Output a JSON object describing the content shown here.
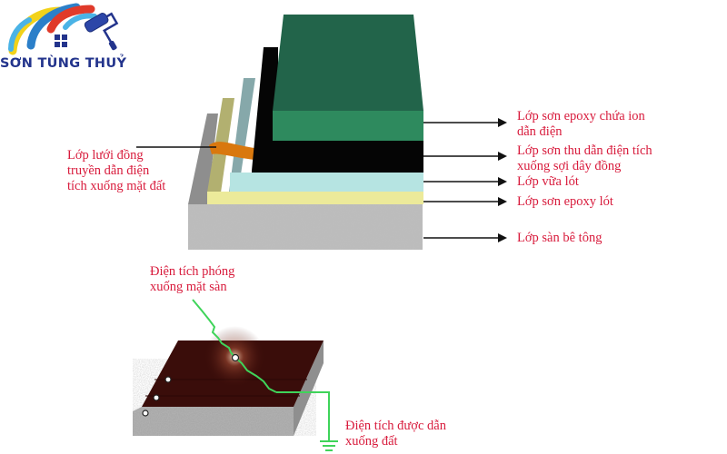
{
  "brand": {
    "name": "SƠN TÙNG THUỶ",
    "color": "#23348c"
  },
  "colors": {
    "label_text": "#d81b3c",
    "arrow": "#111111",
    "epoxy_top": "#22644a",
    "epoxy_front": "#2e8a5e",
    "conductive_black": "#050505",
    "mortar": "#b6e4e2",
    "mortar_side": "#86a8aa",
    "primer": "#ecea9a",
    "primer_side": "#b2b070",
    "concrete_side": "#8e8e8e",
    "copper_mesh": "#d9780e",
    "discharge_green": "#3fd45a",
    "floor_dark": "#3a0d0a"
  },
  "top_diagram": {
    "left_callout": {
      "lines": [
        "Lớp lưới đồng",
        "truyền dẫn điện",
        "tích xuống mặt đất"
      ]
    },
    "layers": [
      {
        "id": "epoxy-ion",
        "lines": [
          "Lớp sơn epoxy chứa ion",
          "dẫn điện"
        ]
      },
      {
        "id": "conductive-collector",
        "lines": [
          "Lớp sơn thu dẫn điện tích",
          "xuống sợi dây đồng"
        ]
      },
      {
        "id": "mortar",
        "lines": [
          "Lớp vữa lót"
        ]
      },
      {
        "id": "epoxy-primer",
        "lines": [
          "Lớp sơn epoxy lót"
        ]
      },
      {
        "id": "concrete",
        "lines": [
          "Lớp sàn bê tông"
        ]
      }
    ]
  },
  "bottom_diagram": {
    "discharge_label": {
      "lines": [
        "Điện tích phóng",
        "xuống mặt sàn"
      ]
    },
    "ground_label": {
      "lines": [
        "Điện tích được dẫn",
        "xuống đất"
      ]
    }
  }
}
